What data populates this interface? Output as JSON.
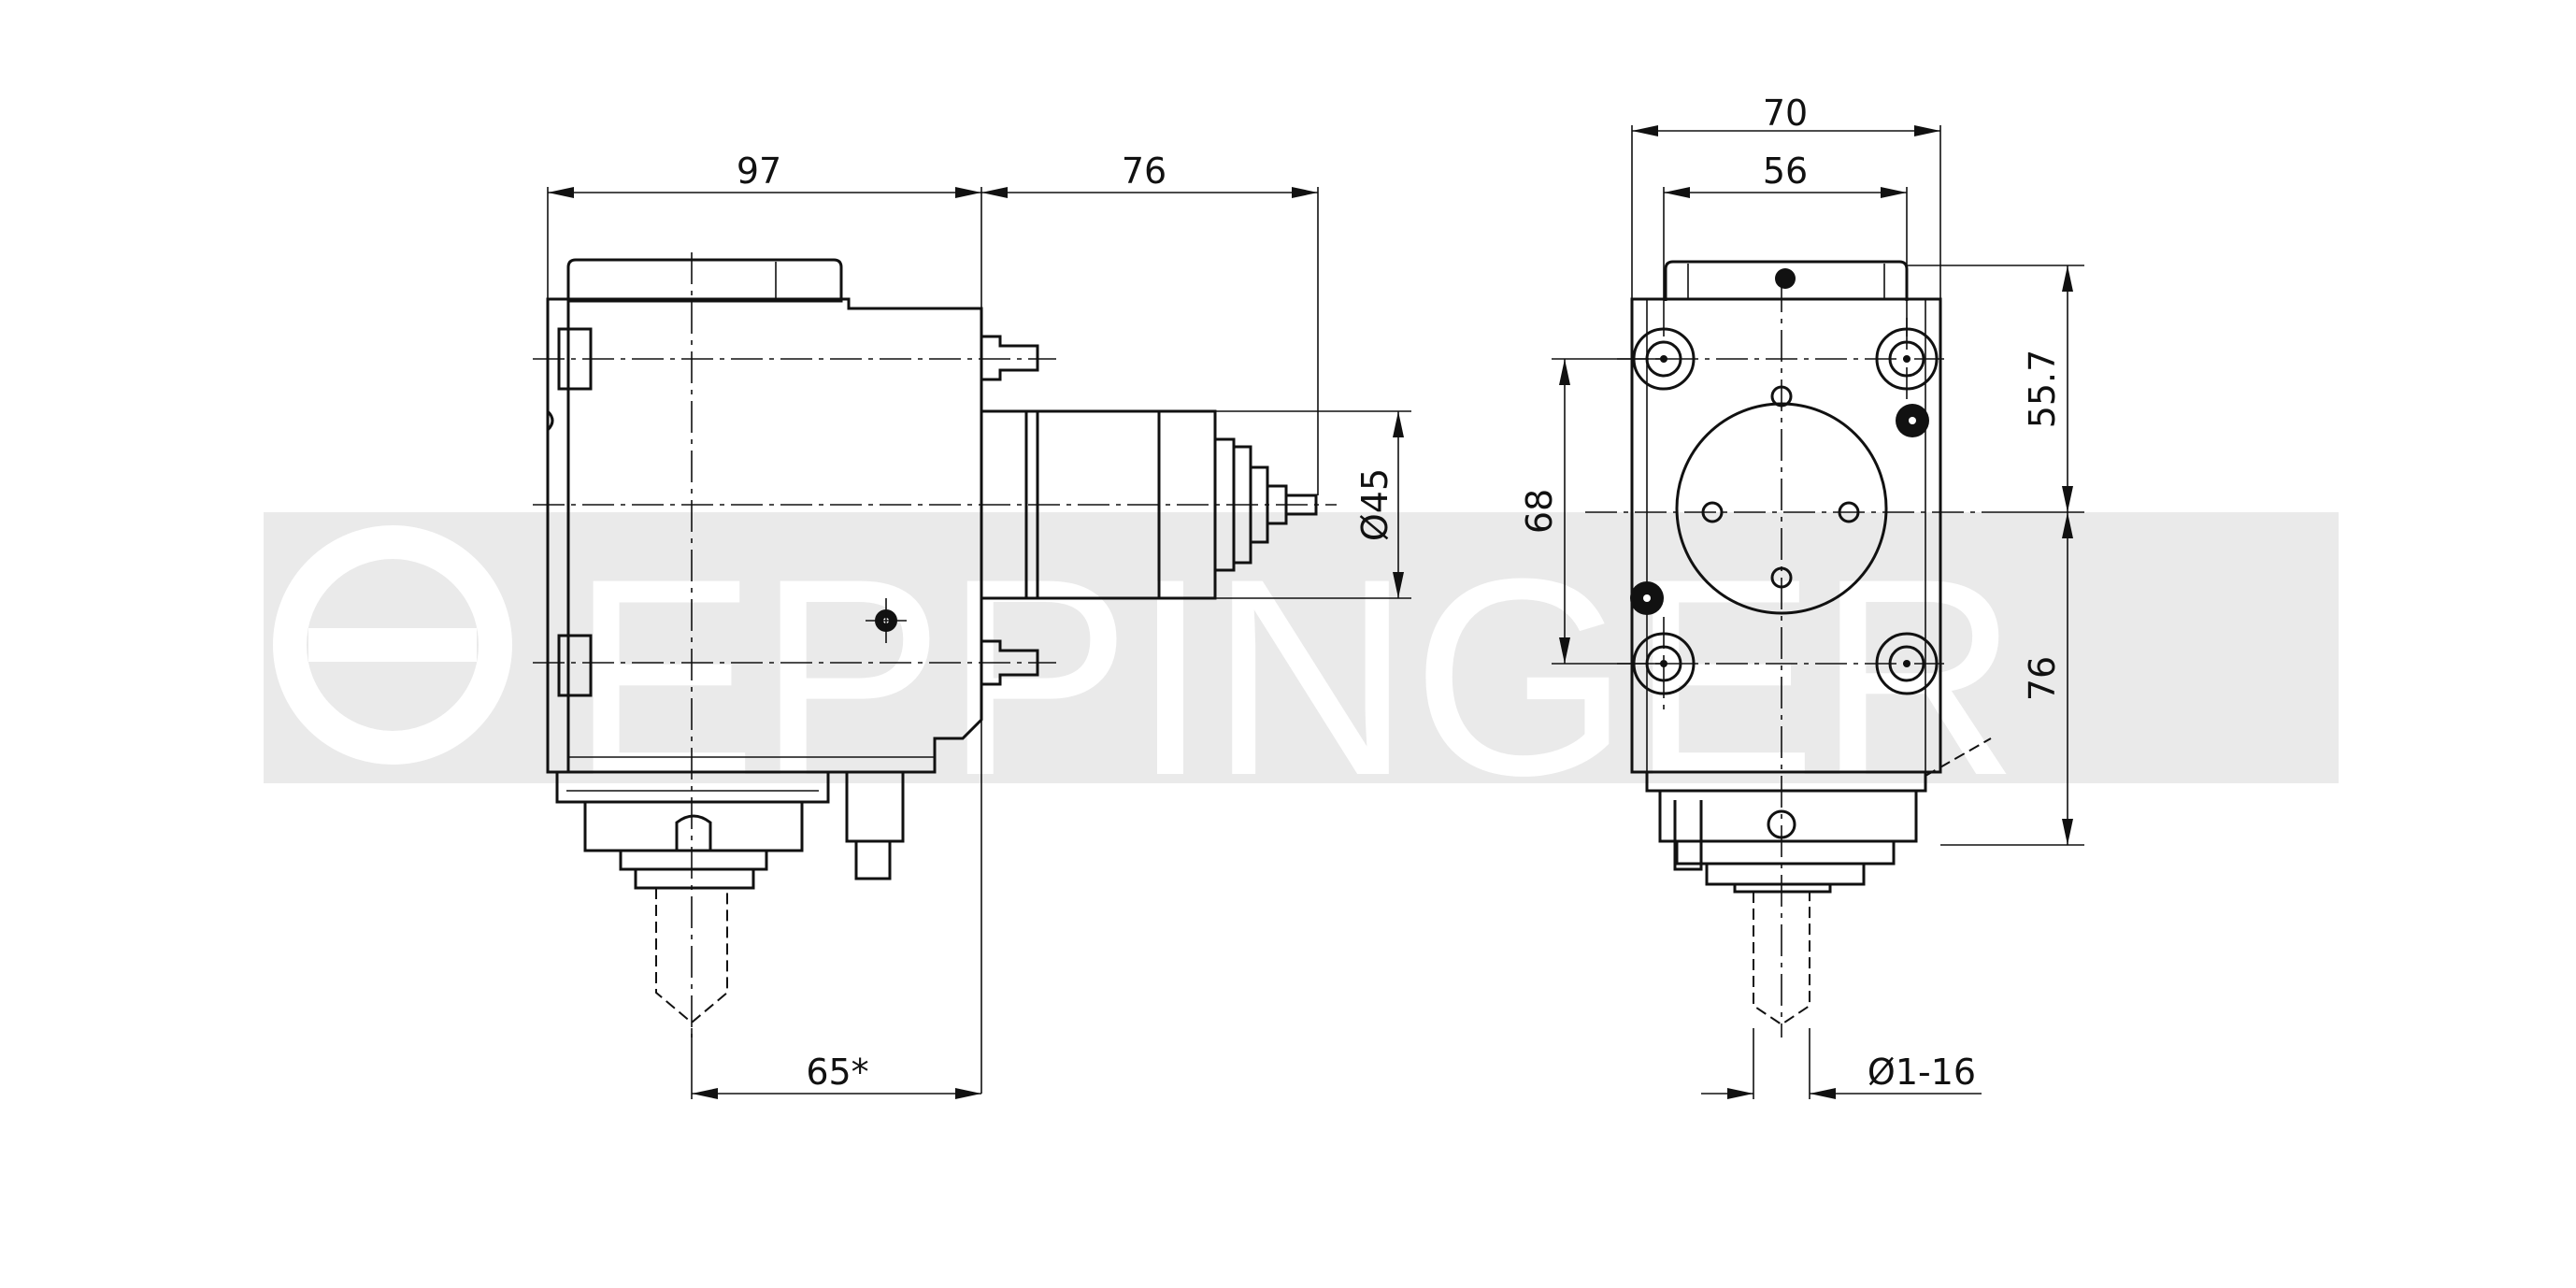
{
  "watermark": {
    "brand": "EPPINGER"
  },
  "dimensions": {
    "side_width": "97",
    "drive_length": "76",
    "tool_offset": "65*",
    "drive_diameter": "Ø45",
    "front_width": "70",
    "bolt_spacing": "56",
    "upper_height": "55.7",
    "lower_height": "76",
    "flange_height": "68",
    "collet_range": "Ø1-16"
  }
}
